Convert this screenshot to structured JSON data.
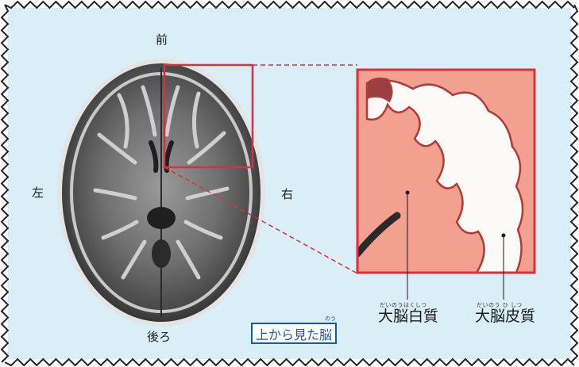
{
  "directions": {
    "front": "前",
    "left": "左",
    "right": "右",
    "back": "後ろ"
  },
  "labels": {
    "white_matter": {
      "ruby": "だいのうはくしつ",
      "text": "大脳白質"
    },
    "cortex": {
      "ruby": "だいのう ひ しつ",
      "text": "大脳皮質"
    }
  },
  "caption": {
    "text": "上から見た脳",
    "ruby": "のう"
  },
  "colors": {
    "background": "#d9eef7",
    "highlight_border": "#d8323c",
    "cortex_fill": "#f2a090",
    "cortex_stroke": "#b23a3a",
    "white_matter_fill": "#fbfaf6",
    "caption_border": "#1f53b0",
    "zigzag_border": "#222222"
  },
  "icons": {
    "brain_scan": "mri-axial-brain-image",
    "cortex_diagram": "cortex-cross-section-illustration"
  }
}
